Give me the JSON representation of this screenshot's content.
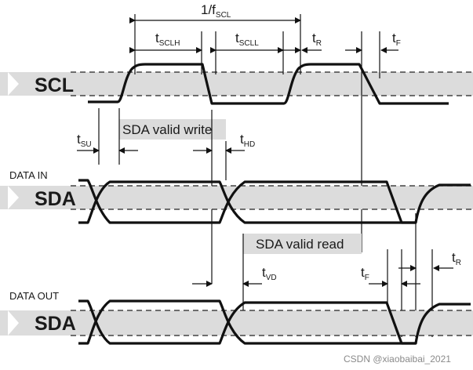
{
  "signals": {
    "scl": "SCL",
    "sda_in": "SDA",
    "sda_out": "SDA"
  },
  "row_labels": {
    "data_in": "DATA IN",
    "data_out": "DATA OUT"
  },
  "timing": {
    "period": {
      "main": "1/f",
      "sub": "SCL"
    },
    "t_sclh": {
      "main": "t",
      "sub": "SCLH"
    },
    "t_scll": {
      "main": "t",
      "sub": "SCLL"
    },
    "t_r_scl": {
      "main": "t",
      "sub": "R"
    },
    "t_f_scl": {
      "main": "t",
      "sub": "F"
    },
    "t_su": {
      "main": "t",
      "sub": "SU"
    },
    "t_hd": {
      "main": "t",
      "sub": "HD"
    },
    "t_vd": {
      "main": "t",
      "sub": "VD"
    },
    "t_f_out": {
      "main": "t",
      "sub": "F"
    },
    "t_r_out": {
      "main": "t",
      "sub": "R"
    }
  },
  "windows": {
    "valid_write": "SDA valid write",
    "valid_read": "SDA valid read"
  },
  "watermark": "CSDN @xiaobaibai_2021",
  "colors": {
    "band": "#dcdcdc",
    "line": "#111111"
  }
}
